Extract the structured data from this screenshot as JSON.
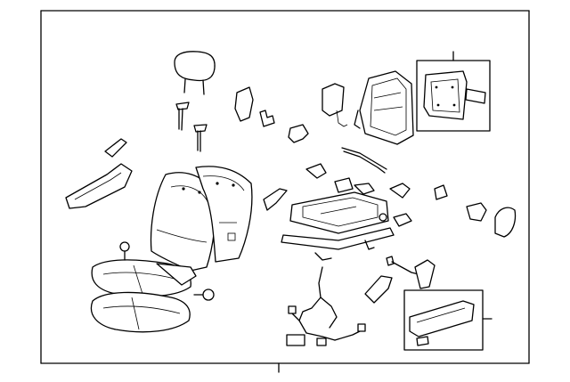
{
  "diagram": {
    "kind": "exploded parts diagram",
    "subject": "seat assembly",
    "callout_boxes": 2,
    "leader_lines": 3
  }
}
